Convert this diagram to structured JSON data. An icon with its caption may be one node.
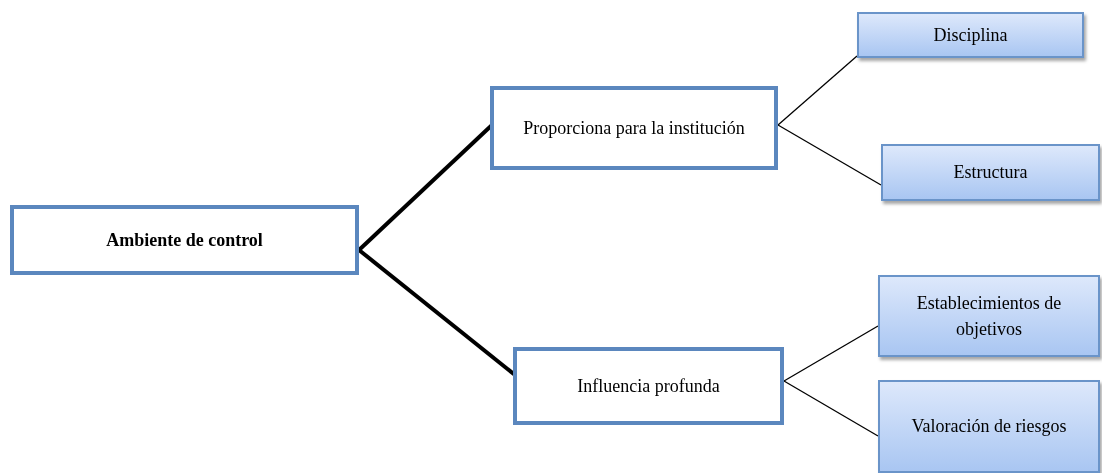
{
  "diagram": {
    "nodes": [
      {
        "text": [
          "Ambiente de control"
        ]
      },
      {
        "text": [
          "Proporciona para la institución"
        ]
      },
      {
        "text": [
          "Influencia profunda"
        ]
      },
      {
        "text": [
          "Disciplina"
        ]
      },
      {
        "text": [
          "Estructura"
        ]
      },
      {
        "text": [
          "Establecimientos de objetivos"
        ]
      },
      {
        "text": [
          "Valoración de riesgos"
        ]
      }
    ],
    "edges": [
      {
        "from": 0,
        "to": 1,
        "arrow": "none",
        "style": "thick"
      },
      {
        "from": 0,
        "to": 2,
        "arrow": "none",
        "style": "thick"
      },
      {
        "from": 1,
        "to": 3,
        "arrow": "none"
      },
      {
        "from": 1,
        "to": 4,
        "arrow": "none"
      },
      {
        "from": 2,
        "to": 5,
        "arrow": "none"
      },
      {
        "from": 2,
        "to": 6,
        "arrow": "none"
      }
    ]
  }
}
